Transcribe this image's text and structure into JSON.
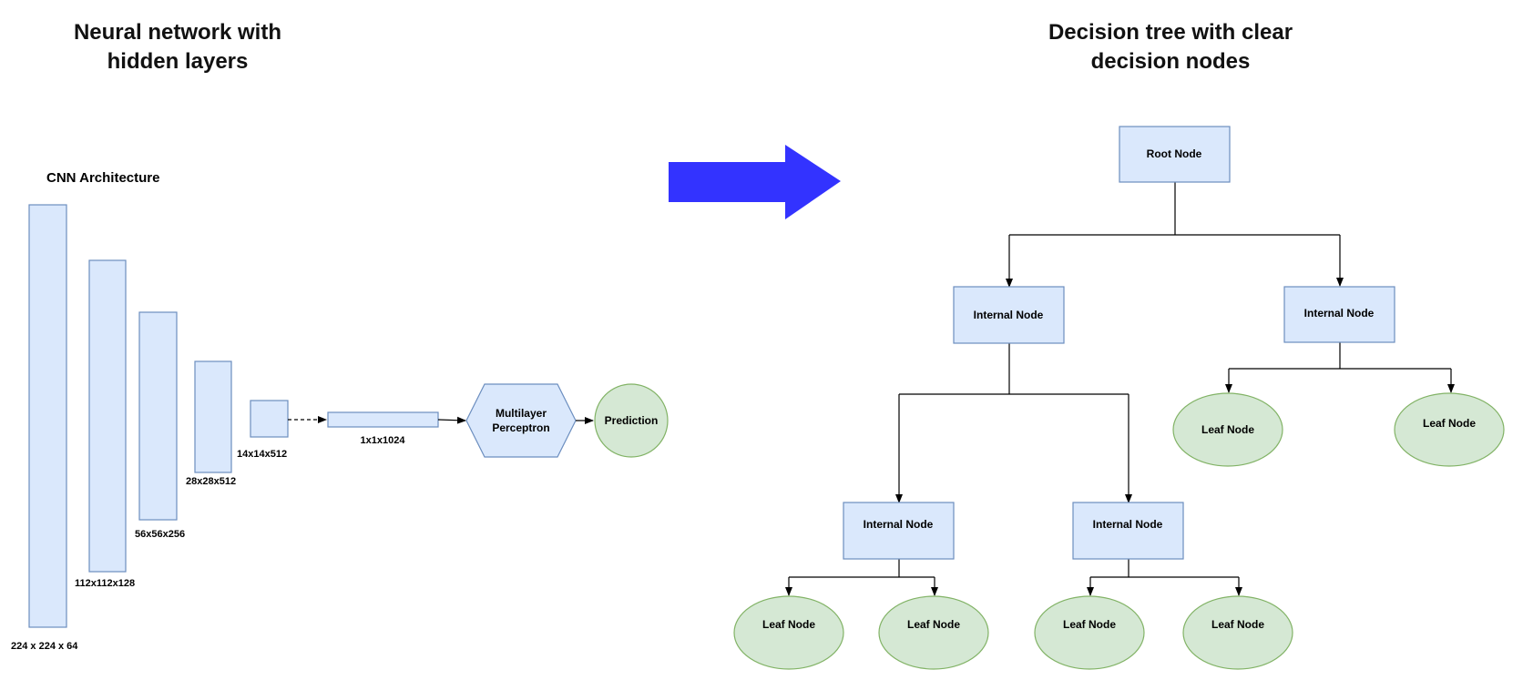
{
  "headings": {
    "left": "Neural network with\nhidden layers",
    "right": "Decision tree with clear\ndecision nodes"
  },
  "colors": {
    "layer_fill": "#dae8fc",
    "layer_stroke": "#6c8ebf",
    "leaf_fill": "#d5e8d4",
    "leaf_stroke": "#82b366",
    "arrow_blue": "#3333ff",
    "line": "#000000"
  },
  "cnn": {
    "title": "CNN Architecture",
    "layers": [
      {
        "label": "224 x 224 x 64"
      },
      {
        "label": "112x112x128"
      },
      {
        "label": "56x56x256"
      },
      {
        "label": "28x28x512"
      },
      {
        "label": "14x14x512"
      }
    ],
    "flatten_label": "1x1x1024",
    "mlp_label": "Multilayer\nPerceptron",
    "prediction_label": "Prediction"
  },
  "transition_arrow_icon": "right-arrow-icon",
  "tree": {
    "root": "Root Node",
    "internal_left": "Internal Node",
    "internal_right": "Internal Node",
    "internal_ll": "Internal Node",
    "internal_lr": "Internal Node",
    "leaf_r1": "Leaf Node",
    "leaf_r2": "Leaf Node",
    "leaf_ll1": "Leaf Node",
    "leaf_ll2": "Leaf Node",
    "leaf_lr1": "Leaf Node",
    "leaf_lr2": "Leaf Node"
  }
}
